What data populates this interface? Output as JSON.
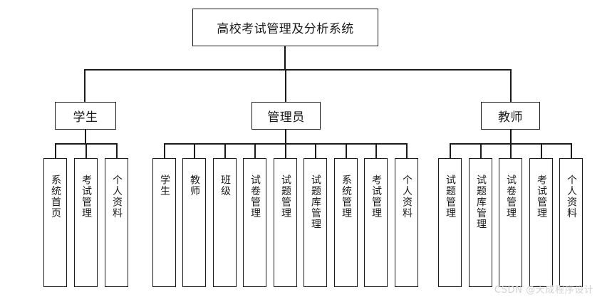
{
  "diagram": {
    "type": "hierarchy-tree",
    "title": "高校考试管理及分析系统",
    "root": {
      "label": "高校考试管理及分析系统"
    },
    "branches": [
      {
        "key": "student",
        "label": "学生",
        "children": [
          {
            "label": "系统首页"
          },
          {
            "label": "考试管理"
          },
          {
            "label": "个人资料"
          }
        ]
      },
      {
        "key": "admin",
        "label": "管理员",
        "children": [
          {
            "label": "学生"
          },
          {
            "label": "教师"
          },
          {
            "label": "班级"
          },
          {
            "label": "试卷管理"
          },
          {
            "label": "试题管理"
          },
          {
            "label": "试题库管理"
          },
          {
            "label": "系统管理"
          },
          {
            "label": "考试管理"
          },
          {
            "label": "个人资料"
          }
        ]
      },
      {
        "key": "teacher",
        "label": "教师",
        "children": [
          {
            "label": "试题管理"
          },
          {
            "label": "试题库管理"
          },
          {
            "label": "试卷管理"
          },
          {
            "label": "考试管理"
          },
          {
            "label": "个人资料"
          }
        ]
      }
    ]
  },
  "watermark": {
    "text": "CSDN @天成程序设计"
  },
  "colors": {
    "stroke": "#1b1b1b",
    "background": "#ffffff",
    "text": "#1a1a1a",
    "watermark": "#d2d2d2"
  }
}
